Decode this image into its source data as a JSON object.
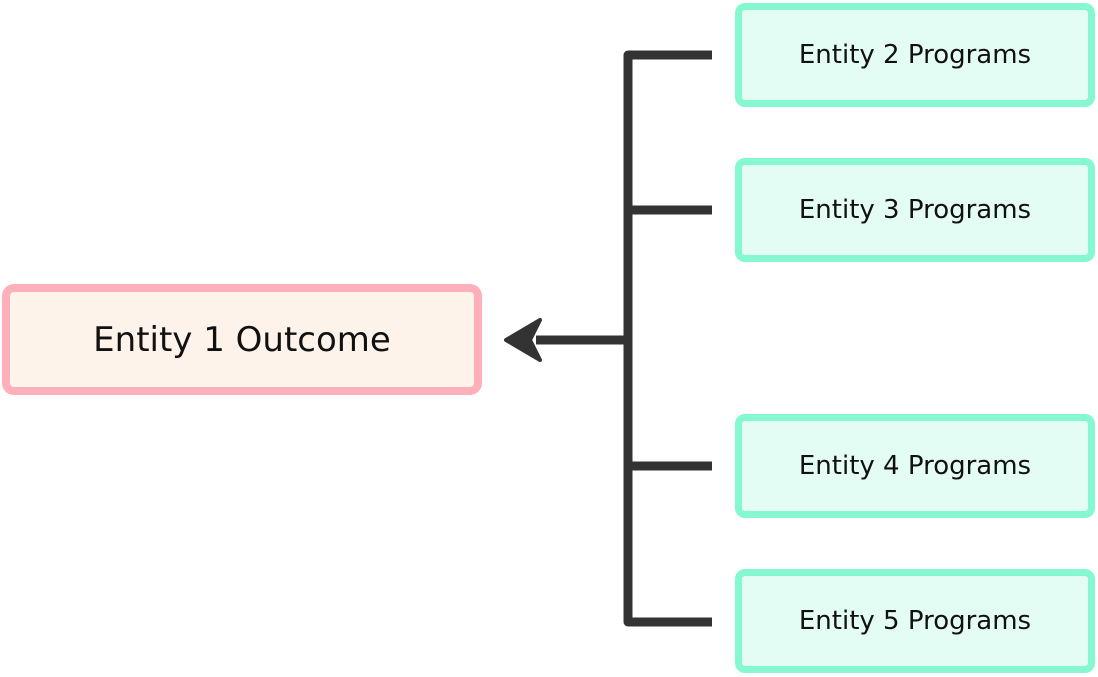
{
  "outcome": {
    "label": "Entity 1 Outcome",
    "fill_color": "#fef3ea",
    "border_color": "#feb0ba"
  },
  "programs": [
    {
      "label": "Entity 2 Programs"
    },
    {
      "label": "Entity 3 Programs"
    },
    {
      "label": "Entity 4 Programs"
    },
    {
      "label": "Entity 5 Programs"
    }
  ],
  "program_style": {
    "fill_color": "#e3fcf4",
    "border_color": "#86f8cf"
  },
  "connector": {
    "color": "#333333",
    "arrow_direction": "left"
  }
}
